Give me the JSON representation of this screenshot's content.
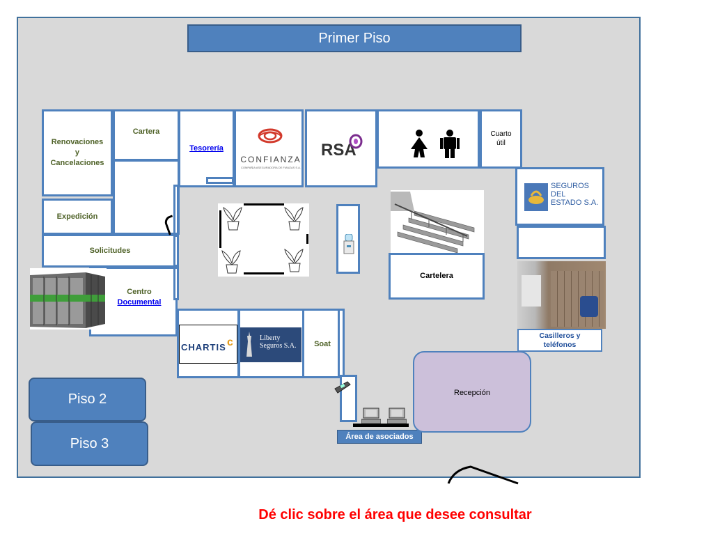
{
  "title": "Primer Piso",
  "rooms": {
    "renovaciones": "Renovaciones\ny\nCancelaciones",
    "cartera": "Cartera",
    "tesoreria": "Tesorería",
    "expedicion": "Expedición",
    "solicitudes": "Solicitudes",
    "centro_line1": "Centro",
    "centro_line2": "Documental",
    "cuarto_util": "Cuarto\nútil",
    "cartelera": "Cartelera",
    "casilleros": "Casilleros y\nteléfonos",
    "soat": "Soat",
    "recepcion": "Recepción",
    "area_asociados": "Área de asociados"
  },
  "logos": {
    "confianza": "CONFIANZA",
    "confianza_sub": "COMPAÑIA ASEGURADORA DE FIANZAS S.A.",
    "rsa": "RSA",
    "seguros_estado": "SEGUROS\nDEL\nESTADO S.A.",
    "chartis": "CHARTIS",
    "liberty": "Liberty\nSeguros S.A."
  },
  "buttons": {
    "piso2": "Piso 2",
    "piso3": "Piso 3"
  },
  "instruction": "Dé clic sobre el área que desee consultar",
  "colors": {
    "accent": "#4f81bd",
    "floor": "#d9d9d9",
    "reception": "#ccc0da",
    "instruction": "#ff0000",
    "room_label": "#4f6228"
  },
  "icons": [
    "restroom-icon",
    "plant-icon",
    "water-cooler-icon",
    "staircase-icon",
    "filing-cabinet-icon",
    "card-terminal-icon",
    "computer-icon",
    "mailbox-room-photo"
  ]
}
